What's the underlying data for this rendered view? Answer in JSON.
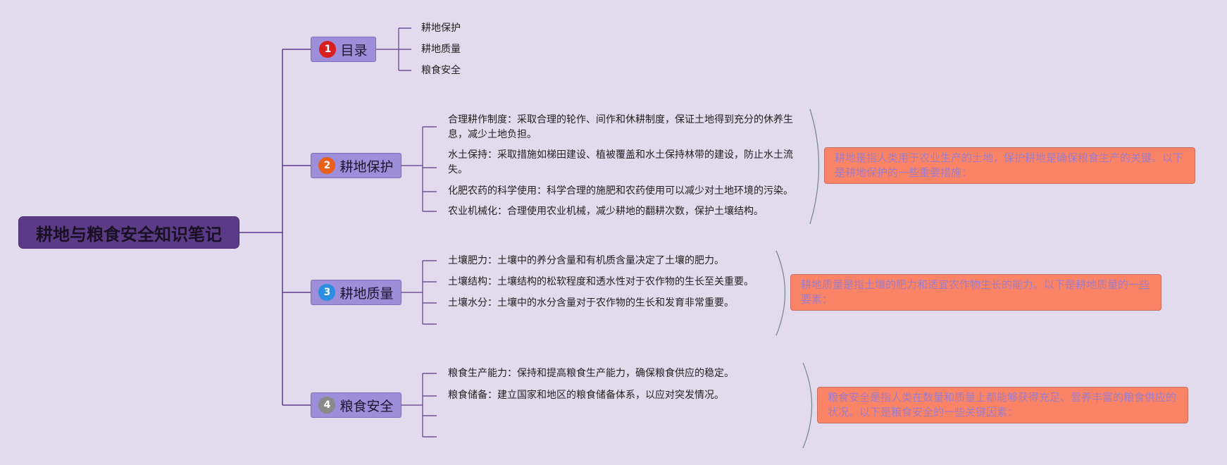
{
  "root": {
    "label": "耕地与粮食安全知识笔记"
  },
  "branches": [
    {
      "label": "目录",
      "badge": "1",
      "badge_color": "#d81e1e",
      "items": [
        "耕地保护",
        "耕地质量",
        "粮食安全"
      ]
    },
    {
      "label": "耕地保护",
      "badge": "2",
      "badge_color": "#e8601c",
      "items": [
        "合理耕作制度：采取合理的轮作、间作和休耕制度，保证土地得到充分的休养生息，减少土地负担。",
        "水土保持：采取措施如梯田建设、植被覆盖和水土保持林带的建设，防止水土流失。",
        "化肥农药的科学使用：科学合理的施肥和农药使用可以减少对土地环境的污染。",
        "农业机械化：合理使用农业机械，减少耕地的翻耕次数，保护土壤结构。"
      ],
      "note": "耕地是指人类用于农业生产的土地，保护耕地是确保粮食生产的关键。以下是耕地保护的一些重要措施："
    },
    {
      "label": "耕地质量",
      "badge": "3",
      "badge_color": "#2a8de0",
      "items": [
        "土壤肥力：土壤中的养分含量和有机质含量决定了土壤的肥力。",
        "土壤结构：土壤结构的松软程度和透水性对于农作物的生长至关重要。",
        "土壤水分：土壤中的水分含量对于农作物的生长和发育非常重要。",
        ""
      ],
      "note": "耕地质量是指土壤的肥力和适宜农作物生长的能力。以下是耕地质量的一些要素："
    },
    {
      "label": "粮食安全",
      "badge": "4",
      "badge_color": "#8a8a8a",
      "items": [
        "粮食生产能力：保持和提高粮食生产能力，确保粮食供应的稳定。",
        "粮食储备：建立国家和地区的粮食储备体系，以应对突发情况。",
        "",
        ""
      ],
      "note": "粮食安全是指人类在数量和质量上都能够获得充足、营养丰富的粮食供应的状况。以下是粮食安全的一些关键因素："
    }
  ],
  "colors": {
    "line": "#5b3a86",
    "bracket": "#7a8a99"
  }
}
